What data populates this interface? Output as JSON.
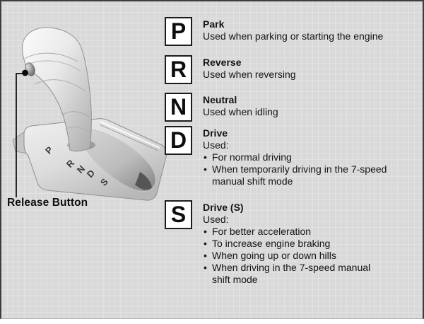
{
  "figure": {
    "release_button_label": "Release Button",
    "gate_letters": [
      "P",
      "R",
      "N",
      "D",
      "S"
    ]
  },
  "gears": [
    {
      "letter": "P",
      "name": "Park",
      "description": "Used when parking or starting the engine"
    },
    {
      "letter": "R",
      "name": "Reverse",
      "description": "Used when reversing"
    },
    {
      "letter": "N",
      "name": "Neutral",
      "description": "Used when idling"
    },
    {
      "letter": "D",
      "name": "Drive",
      "description": "Used:",
      "bullets": [
        "For normal driving",
        "When temporarily driving in the 7-speed manual shift mode"
      ]
    },
    {
      "letter": "S",
      "name": "Drive (S)",
      "description": "Used:",
      "bullets": [
        "For better acceleration",
        "To increase engine braking",
        "When going up or down hills",
        "When driving in the 7-speed manual shift mode"
      ]
    }
  ],
  "colors": {
    "figure_background": "#d9d9d9",
    "figure_border": "#3d3d3d",
    "text": "#141414",
    "gear_box_background": "#ffffff",
    "gear_box_border": "#1c1c1c"
  }
}
